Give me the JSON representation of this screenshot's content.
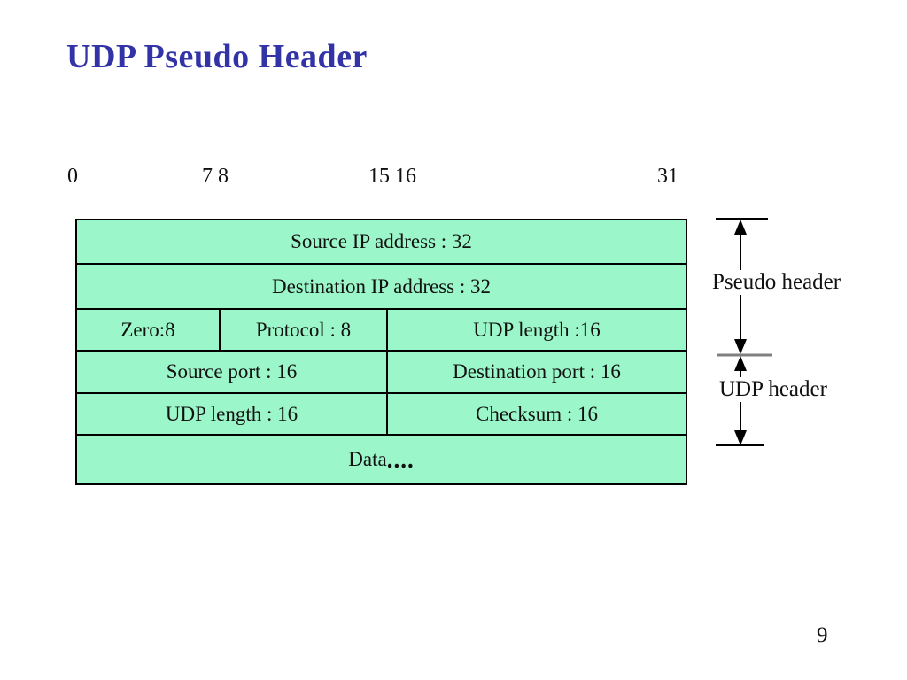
{
  "slide": {
    "title": "UDP Pseudo Header",
    "page_number": "9"
  },
  "bit_ruler": {
    "labels": [
      "0",
      "7 8",
      "15 16",
      "31"
    ]
  },
  "table": {
    "rows": [
      {
        "cells": [
          {
            "label": "Source IP address : 32"
          }
        ]
      },
      {
        "cells": [
          {
            "label": "Destination IP address : 32"
          }
        ]
      },
      {
        "cells": [
          {
            "label": "Zero:8"
          },
          {
            "label": "Protocol : 8"
          },
          {
            "label": "UDP length :16"
          }
        ]
      },
      {
        "cells": [
          {
            "label": "Source port : 16"
          },
          {
            "label": "Destination port : 16"
          }
        ]
      },
      {
        "cells": [
          {
            "label": "UDP length : 16"
          },
          {
            "label": "Checksum : 16"
          }
        ]
      },
      {
        "cells": [
          {
            "label": "Data",
            "dots": "...."
          }
        ]
      }
    ]
  },
  "annotations": {
    "pseudo_header_label": "Pseudo header",
    "udp_header_label": "UDP header"
  },
  "colors": {
    "title_blue": "#3333a8",
    "table_fill": "#9bf7c9",
    "line_black": "#000000",
    "mid_tick_gray": "#808080",
    "background": "#ffffff"
  }
}
